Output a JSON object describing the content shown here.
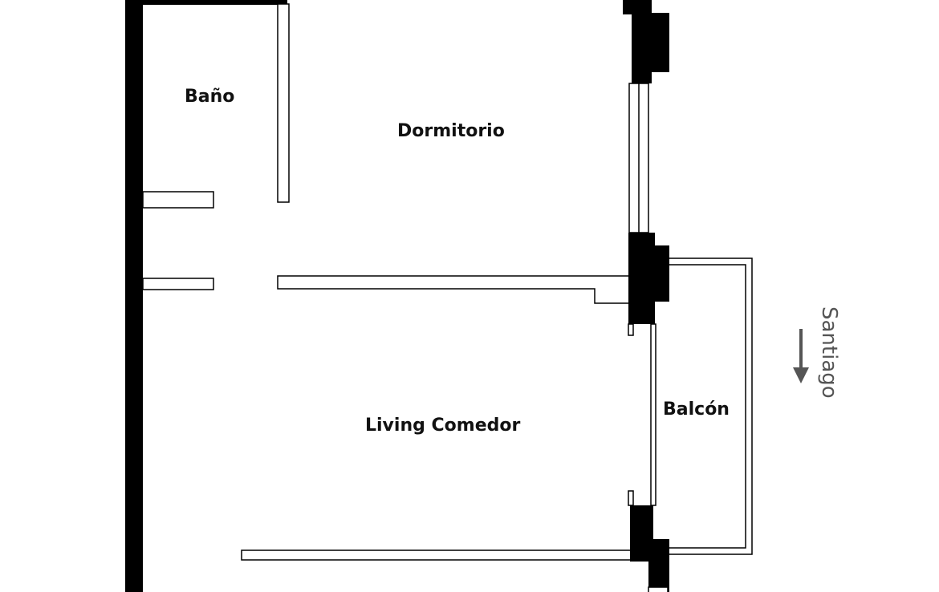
{
  "rooms": {
    "bano": "Baño",
    "dormitorio": "Dormitorio",
    "living": "Living Comedor",
    "balcon": "Balcón"
  },
  "orientation": {
    "label": "Santiago",
    "icon": "arrow-down-icon"
  },
  "colors": {
    "wall": "#000000",
    "partition_fill": "#ffffff",
    "label_text": "#111111",
    "orientation": "#555555"
  }
}
